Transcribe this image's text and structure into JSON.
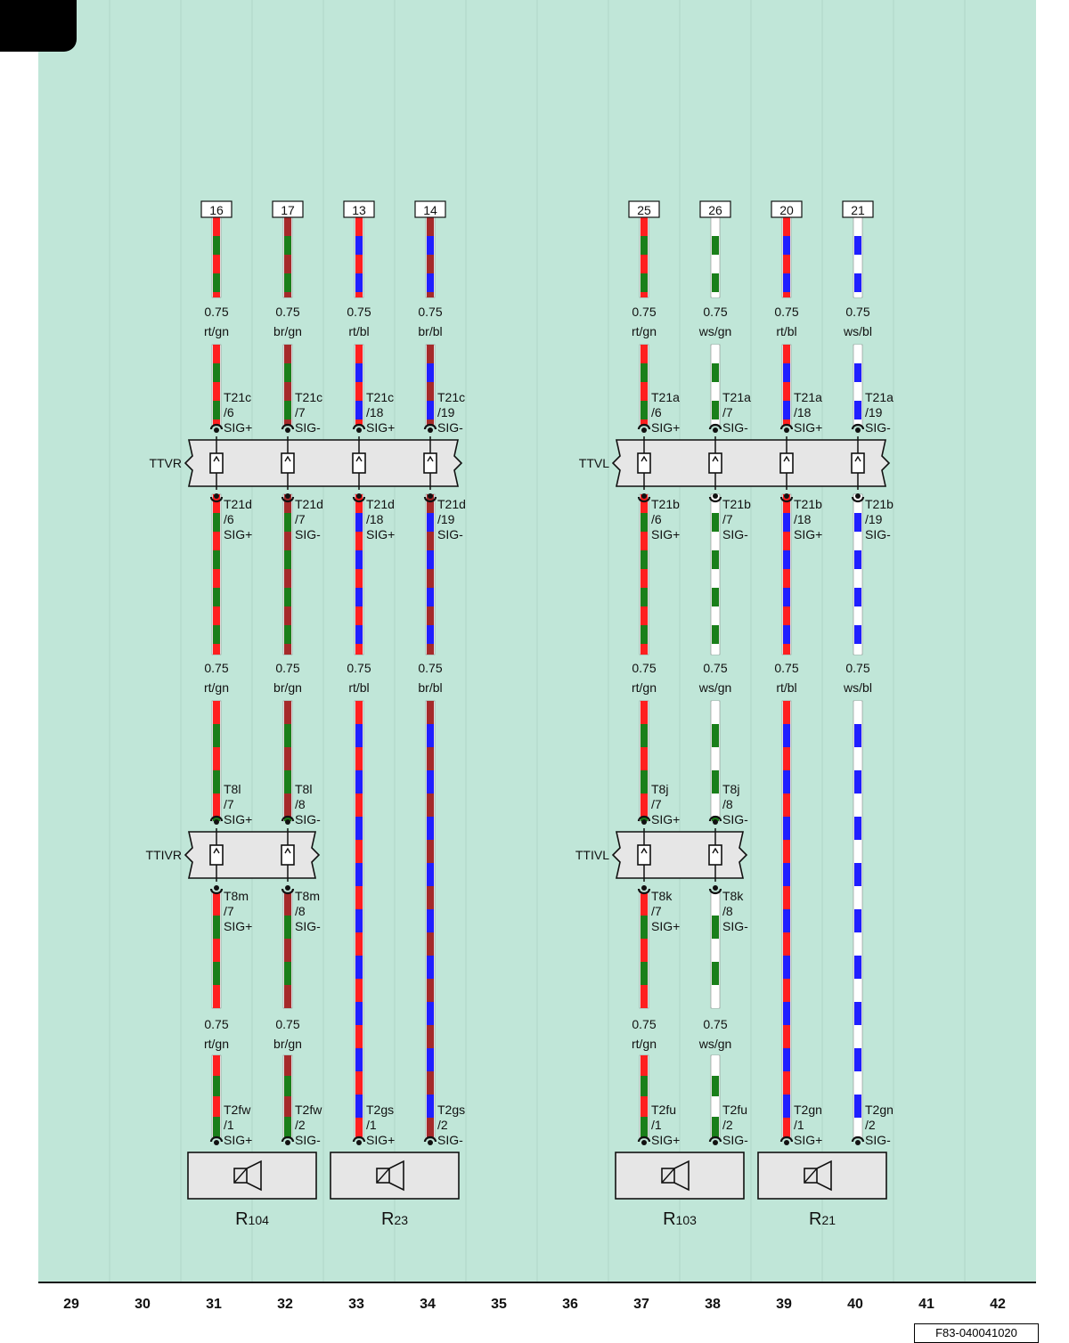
{
  "columns": [
    "29",
    "30",
    "31",
    "32",
    "33",
    "34",
    "35",
    "36",
    "37",
    "38",
    "39",
    "40",
    "41",
    "42"
  ],
  "document_id": "F83-040041020",
  "colors": {
    "background": "#c0e6d8",
    "grid_line": "#b0d6c8",
    "rt": "#ff1f1f",
    "gn": "#1a7f1a",
    "bl": "#1f1fff",
    "br": "#a52a2a",
    "ws": "#ffffff",
    "box_fill": "#e6e6e6"
  },
  "wires": [
    {
      "terminal": "16",
      "size": "0.75",
      "color": "rt/gn",
      "colors": [
        "rt",
        "gn"
      ]
    },
    {
      "terminal": "17",
      "size": "0.75",
      "color": "br/gn",
      "colors": [
        "br",
        "gn"
      ]
    },
    {
      "terminal": "13",
      "size": "0.75",
      "color": "rt/bl",
      "colors": [
        "rt",
        "bl"
      ]
    },
    {
      "terminal": "14",
      "size": "0.75",
      "color": "br/bl",
      "colors": [
        "br",
        "bl"
      ]
    },
    {
      "terminal": "25",
      "size": "0.75",
      "color": "rt/gn",
      "colors": [
        "rt",
        "gn"
      ]
    },
    {
      "terminal": "26",
      "size": "0.75",
      "color": "ws/gn",
      "colors": [
        "ws",
        "gn"
      ]
    },
    {
      "terminal": "20",
      "size": "0.75",
      "color": "rt/bl",
      "colors": [
        "rt",
        "bl"
      ]
    },
    {
      "terminal": "21",
      "size": "0.75",
      "color": "ws/bl",
      "colors": [
        "ws",
        "bl"
      ]
    }
  ],
  "door_connectors": [
    {
      "name": "TTVR",
      "top_pins": [
        {
          "conn": "T21c",
          "pin": "/6",
          "sig": "SIG+"
        },
        {
          "conn": "T21c",
          "pin": "/7",
          "sig": "SIG-"
        },
        {
          "conn": "T21c",
          "pin": "/18",
          "sig": "SIG+"
        },
        {
          "conn": "T21c",
          "pin": "/19",
          "sig": "SIG-"
        }
      ],
      "bottom_pins": [
        {
          "conn": "T21d",
          "pin": "/6",
          "sig": "SIG+"
        },
        {
          "conn": "T21d",
          "pin": "/7",
          "sig": "SIG-"
        },
        {
          "conn": "T21d",
          "pin": "/18",
          "sig": "SIG+"
        },
        {
          "conn": "T21d",
          "pin": "/19",
          "sig": "SIG-"
        }
      ]
    },
    {
      "name": "TTVL",
      "top_pins": [
        {
          "conn": "T21a",
          "pin": "/6",
          "sig": "SIG+"
        },
        {
          "conn": "T21a",
          "pin": "/7",
          "sig": "SIG-"
        },
        {
          "conn": "T21a",
          "pin": "/18",
          "sig": "SIG+"
        },
        {
          "conn": "T21a",
          "pin": "/19",
          "sig": "SIG-"
        }
      ],
      "bottom_pins": [
        {
          "conn": "T21b",
          "pin": "/6",
          "sig": "SIG+"
        },
        {
          "conn": "T21b",
          "pin": "/7",
          "sig": "SIG-"
        },
        {
          "conn": "T21b",
          "pin": "/18",
          "sig": "SIG+"
        },
        {
          "conn": "T21b",
          "pin": "/19",
          "sig": "SIG-"
        }
      ]
    }
  ],
  "inner_connectors": [
    {
      "name": "TTIVR",
      "top_pins": [
        {
          "conn": "T8l",
          "pin": "/7",
          "sig": "SIG+"
        },
        {
          "conn": "T8l",
          "pin": "/8",
          "sig": "SIG-"
        }
      ],
      "bottom_pins": [
        {
          "conn": "T8m",
          "pin": "/7",
          "sig": "SIG+"
        },
        {
          "conn": "T8m",
          "pin": "/8",
          "sig": "SIG-"
        }
      ]
    },
    {
      "name": "TTIVL",
      "top_pins": [
        {
          "conn": "T8j",
          "pin": "/7",
          "sig": "SIG+"
        },
        {
          "conn": "T8j",
          "pin": "/8",
          "sig": "SIG-"
        }
      ],
      "bottom_pins": [
        {
          "conn": "T8k",
          "pin": "/7",
          "sig": "SIG+"
        },
        {
          "conn": "T8k",
          "pin": "/8",
          "sig": "SIG-"
        }
      ]
    }
  ],
  "speakers": [
    {
      "name": "R",
      "sub": "104",
      "pins": [
        {
          "conn": "T2fw",
          "pin": "/1",
          "sig": "SIG+"
        },
        {
          "conn": "T2fw",
          "pin": "/2",
          "sig": "SIG-"
        }
      ]
    },
    {
      "name": "R",
      "sub": "23",
      "pins": [
        {
          "conn": "T2gs",
          "pin": "/1",
          "sig": "SIG+"
        },
        {
          "conn": "T2gs",
          "pin": "/2",
          "sig": "SIG-"
        }
      ]
    },
    {
      "name": "R",
      "sub": "103",
      "pins": [
        {
          "conn": "T2fu",
          "pin": "/1",
          "sig": "SIG+"
        },
        {
          "conn": "T2fu",
          "pin": "/2",
          "sig": "SIG-"
        }
      ]
    },
    {
      "name": "R",
      "sub": "21",
      "pins": [
        {
          "conn": "T2gn",
          "pin": "/1",
          "sig": "SIG+"
        },
        {
          "conn": "T2gn",
          "pin": "/2",
          "sig": "SIG-"
        }
      ]
    }
  ]
}
